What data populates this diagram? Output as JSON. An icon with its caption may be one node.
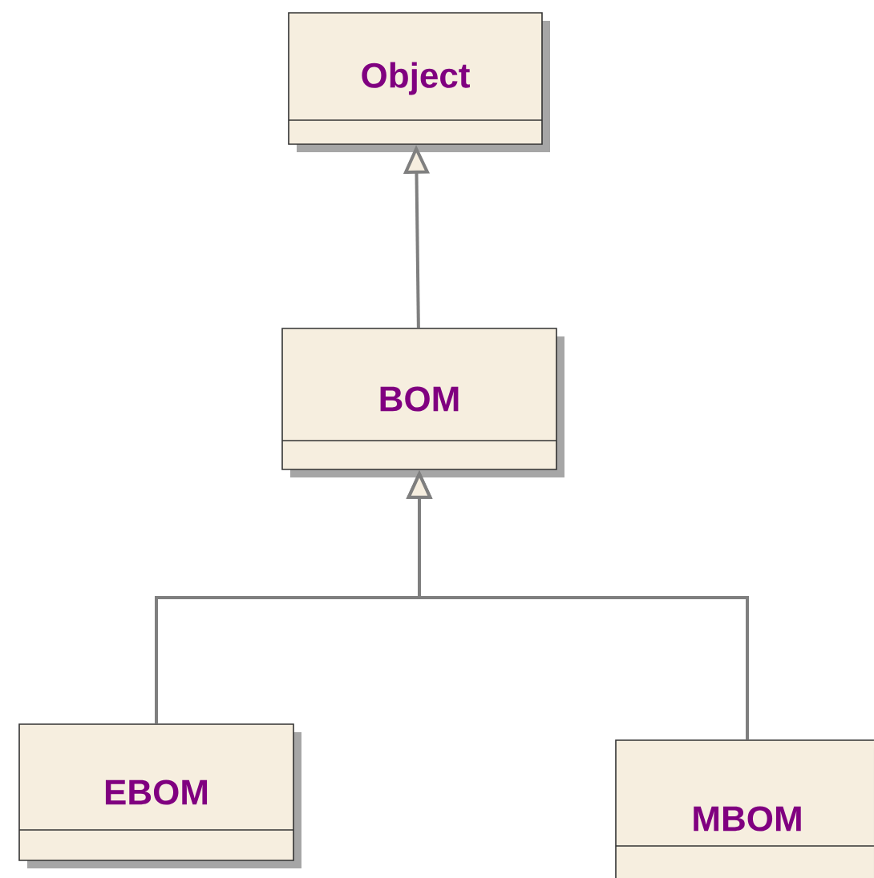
{
  "diagram": {
    "nodes": [
      {
        "text": [
          "Object"
        ]
      },
      {
        "text": [
          "BOM"
        ]
      },
      {
        "text": [
          "EBOM"
        ]
      },
      {
        "text": [
          "MBOM"
        ]
      }
    ],
    "edges": [
      {
        "from": 1,
        "to": 0,
        "arrow": "to"
      },
      {
        "from": 2,
        "to": 1,
        "arrow": "to"
      },
      {
        "from": 3,
        "to": 1,
        "arrow": "to"
      }
    ]
  }
}
